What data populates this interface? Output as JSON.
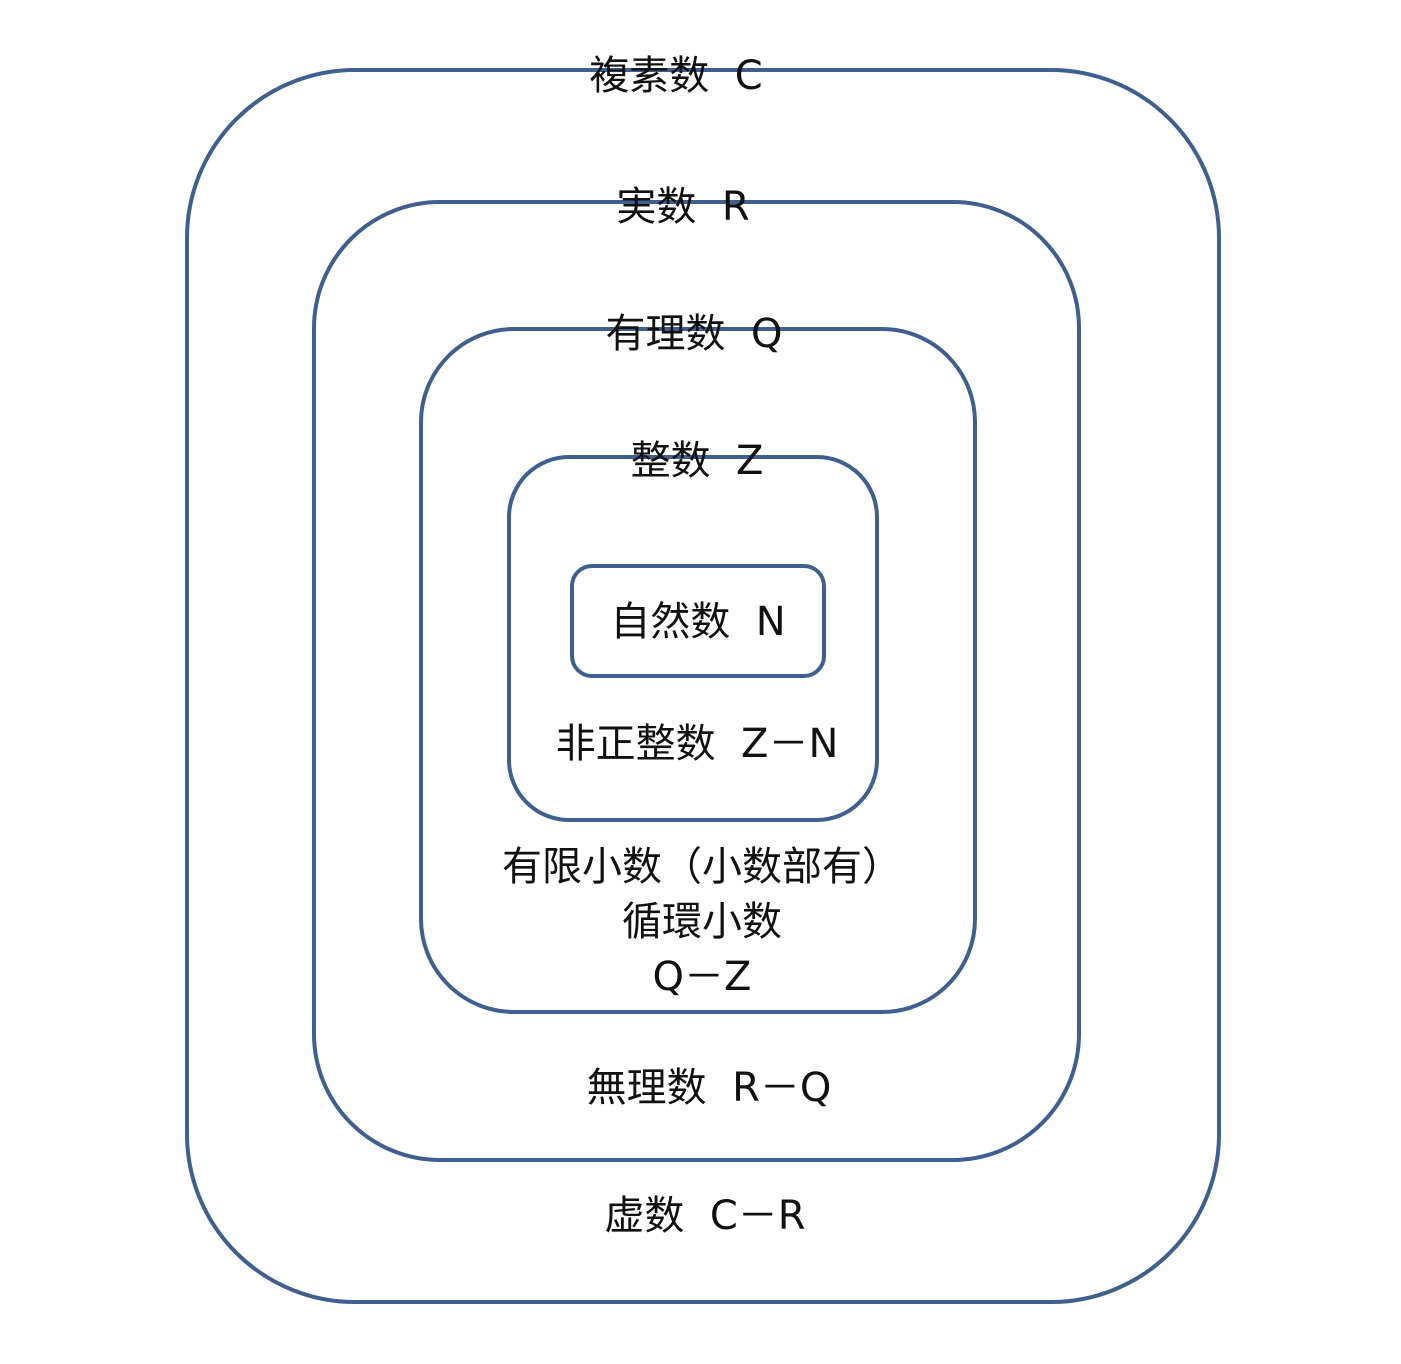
{
  "sets": {
    "complex": {
      "name": "複素数",
      "symbol": "C"
    },
    "real": {
      "name": "実数",
      "symbol": "R"
    },
    "rational": {
      "name": "有理数",
      "symbol": "Q"
    },
    "integer": {
      "name": "整数",
      "symbol": "Z"
    },
    "natural": {
      "name": "自然数",
      "symbol": "N"
    }
  },
  "differences": {
    "non_positive_integer": {
      "name": "非正整数",
      "symbol": "Z－N"
    },
    "rational_non_integer": {
      "line1": "有限小数（小数部有）",
      "line2": "循環小数",
      "symbol": "Q－Z"
    },
    "irrational": {
      "name": "無理数",
      "symbol": "R－Q"
    },
    "imaginary": {
      "name": "虚数",
      "symbol": "C－R"
    }
  },
  "colors": {
    "border": "#3f5f8f"
  }
}
